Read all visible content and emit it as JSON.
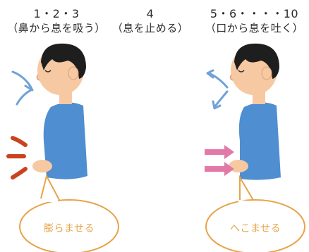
{
  "steps": [
    {
      "count": "1・2・3",
      "description": "（鼻から息を吸う）"
    },
    {
      "count": "4",
      "description": "（息を止める）"
    },
    {
      "count": "5・6・・・・10",
      "description": "（口から息を吐く）"
    }
  ],
  "bubbles": {
    "inhale": "膨らませる",
    "exhale": "へこませる"
  },
  "colors": {
    "shirt": "#4f8ed0",
    "skin": "#f6c9a3",
    "hair": "#1e1e1e",
    "air_arrow": "#6fa2d8",
    "belly_expand": "#c9431e",
    "belly_contract": "#e27aa8",
    "bubble_outline": "#e7a34a"
  }
}
